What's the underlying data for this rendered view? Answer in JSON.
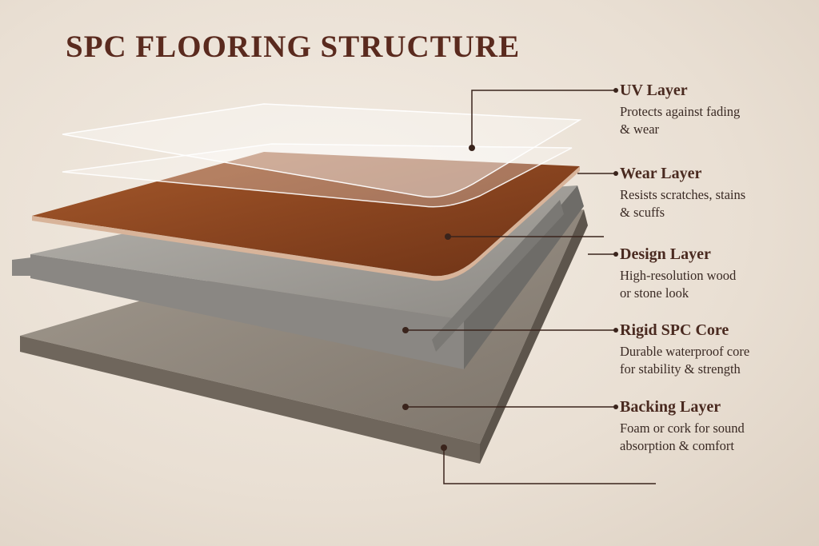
{
  "title": "SPC FLOORING STRUCTURE",
  "colors": {
    "title": "#5a2a1e",
    "leader": "#3a241c",
    "wood": "#8a4520",
    "core": "#9a9893",
    "backing": "#8d8479"
  },
  "layers": [
    {
      "name": "UV Layer",
      "description": [
        "Protects against fading",
        "& wear"
      ]
    },
    {
      "name": "Wear Layer",
      "description": [
        "Resists scratches, stains",
        "& scuffs"
      ]
    },
    {
      "name": "Design Layer",
      "description": [
        "High-resolution wood",
        "or stone look"
      ]
    },
    {
      "name": "Rigid SPC Core",
      "description": [
        "Durable waterproof core",
        "for stability & strength"
      ]
    },
    {
      "name": "Backing Layer",
      "description": [
        "Foam or cork for sound",
        "absorption & comfort"
      ]
    }
  ]
}
